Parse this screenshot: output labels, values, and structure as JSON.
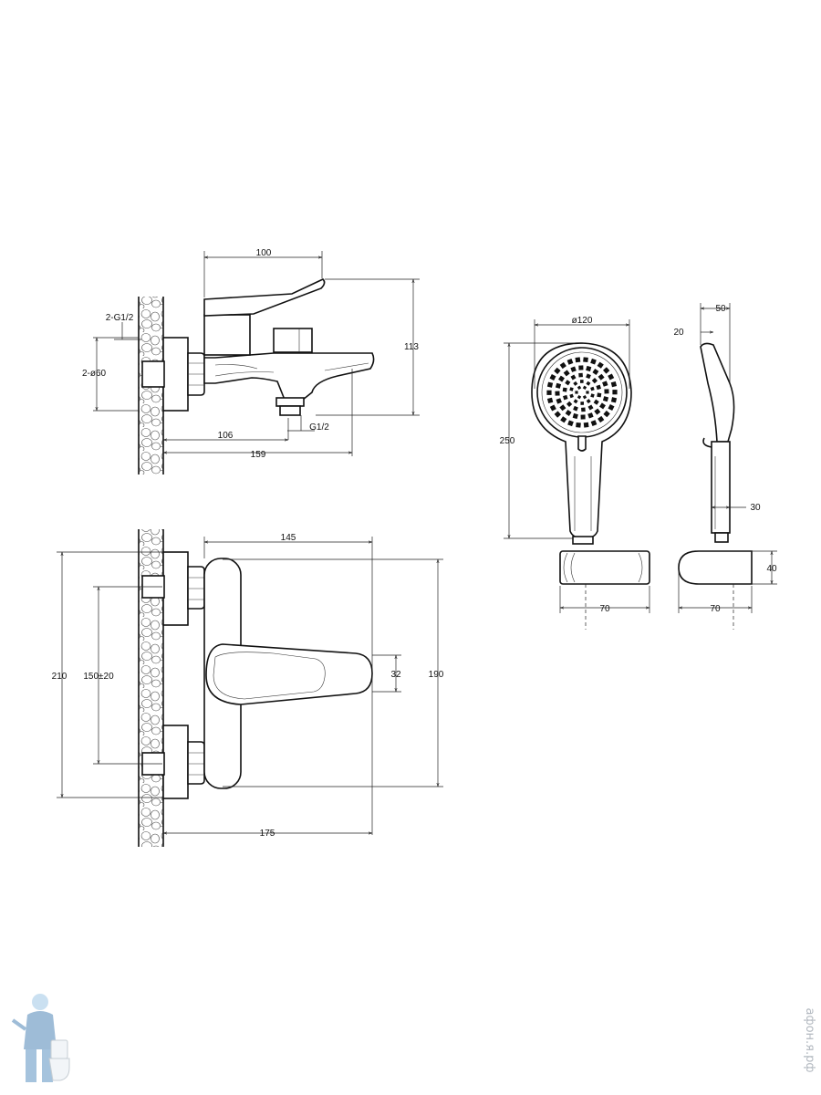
{
  "dimensions": {
    "top_view": {
      "handle_length": "100",
      "inlet_thread": "2-G1/2",
      "cover_diameter": "2-ø60",
      "height": "113",
      "outlet_thread": "G1/2",
      "outlet_offset": "106",
      "spout_projection": "159"
    },
    "front_view": {
      "lever_length": "145",
      "overall_height": "210",
      "centre_distance": "150±20",
      "lever_width": "32",
      "body_height": "190",
      "projection": "175"
    },
    "hand_shower": {
      "head_diameter": "ø120",
      "length": "250",
      "side_depth": "50",
      "tip_offset": "20",
      "handle_width": "30",
      "holder_height": "40",
      "holder_width_front": "70",
      "holder_width_side": "70"
    }
  },
  "watermark": {
    "text": "афон.я.рф",
    "logo_icon": "plumber-mascot-icon",
    "color": "#b3b9c0"
  }
}
